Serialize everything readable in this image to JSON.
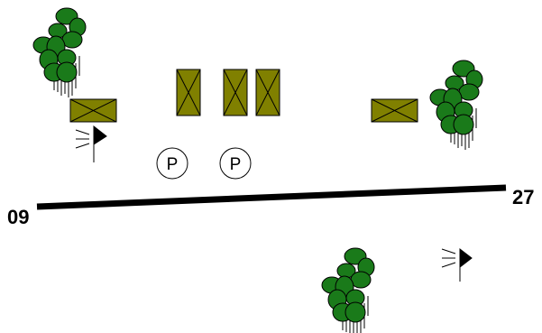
{
  "runway": {
    "end_left": "09",
    "end_right": "27"
  },
  "parking": {
    "symbol": "P"
  },
  "colors": {
    "hangar_fill": "#808000",
    "tree_fill": "#1a7a1a",
    "tree_fill_dark": "#127012",
    "runway": "#000000",
    "background": "#ffffff"
  },
  "icons": [
    "hangar-icon",
    "tree-cluster-icon",
    "flag-icon",
    "parking-icon"
  ]
}
